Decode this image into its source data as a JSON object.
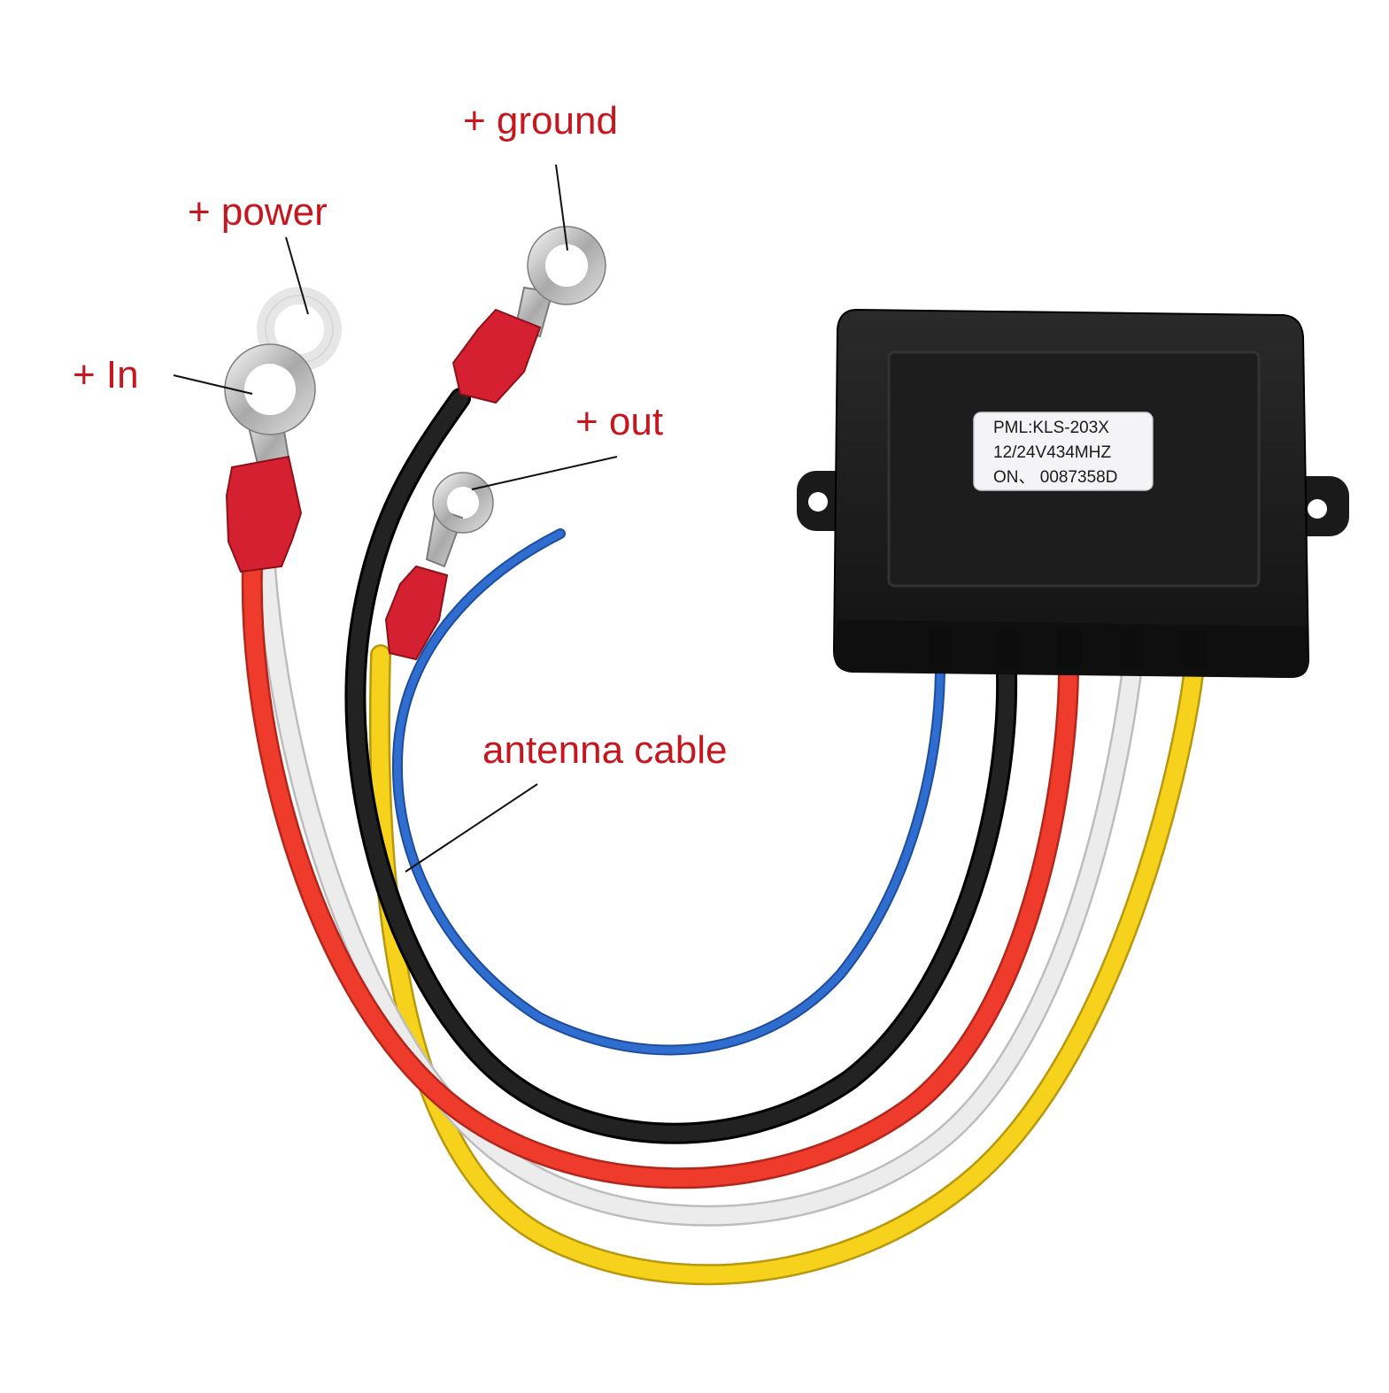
{
  "callouts": {
    "ground": "+ ground",
    "power": "+ power",
    "in": "+ In",
    "out": "+ out",
    "antenna": "antenna cable"
  },
  "module_label": {
    "line1": "PML:KLS-203X",
    "line2": "12/24V434MHZ",
    "line3": "ON、 0087358D"
  },
  "colors": {
    "callout_text": "#c4171f",
    "module_body": "#1c1c1c",
    "wire_blue": "#2f6ed0",
    "wire_black": "#161616",
    "wire_red": "#ee3b2b",
    "wire_white": "#e2e2e2",
    "wire_yellow": "#f6d21c",
    "terminal_insulator": "#d42030"
  }
}
